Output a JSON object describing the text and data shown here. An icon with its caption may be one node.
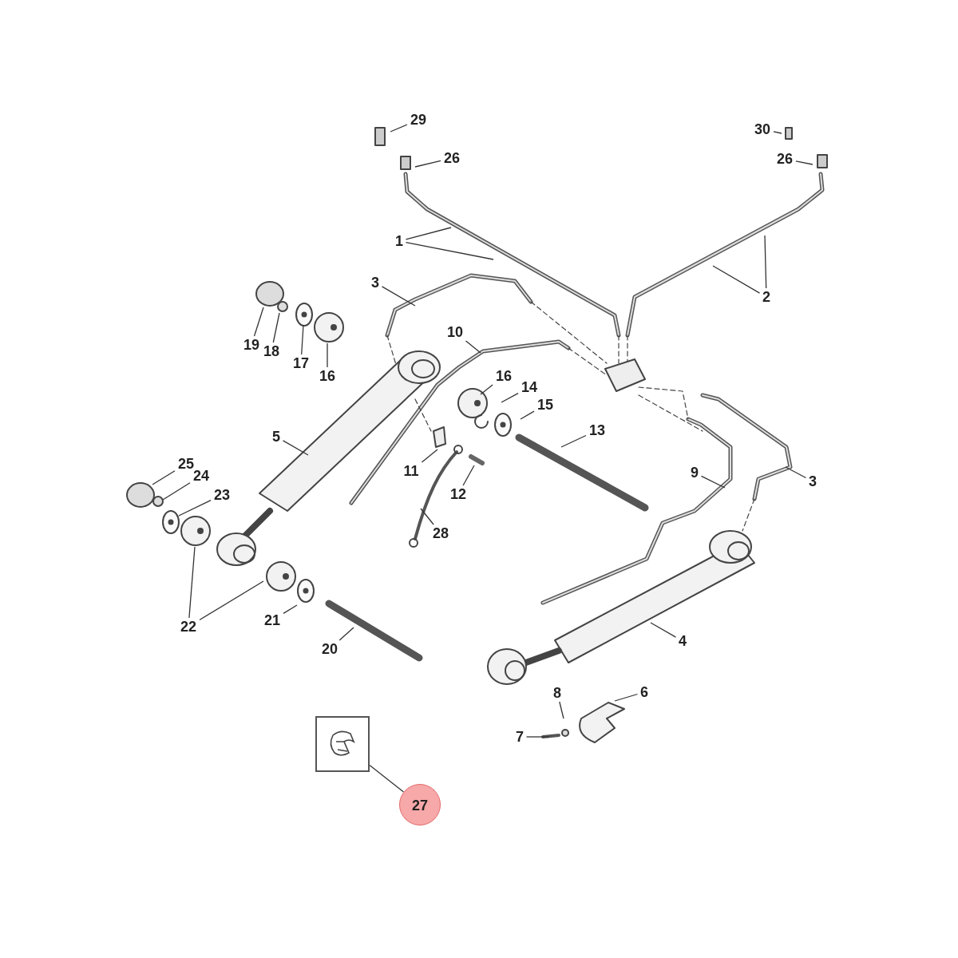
{
  "diagram": {
    "nodes": [
      {
        "text": [
          "29"
        ]
      },
      {
        "text": [
          "30"
        ]
      },
      {
        "text": [
          "26"
        ]
      },
      {
        "text": [
          "26"
        ]
      },
      {
        "text": [
          "1"
        ]
      },
      {
        "text": [
          "3"
        ]
      },
      {
        "text": [
          "2"
        ]
      },
      {
        "text": [
          "10"
        ]
      },
      {
        "text": [
          "19"
        ]
      },
      {
        "text": [
          "18"
        ]
      },
      {
        "text": [
          "17"
        ]
      },
      {
        "text": [
          "16"
        ]
      },
      {
        "text": [
          "16"
        ]
      },
      {
        "text": [
          "14"
        ]
      },
      {
        "text": [
          "15"
        ]
      },
      {
        "text": [
          "13"
        ]
      },
      {
        "text": [
          "5"
        ]
      },
      {
        "text": [
          "25"
        ]
      },
      {
        "text": [
          "11"
        ]
      },
      {
        "text": [
          "9"
        ]
      },
      {
        "text": [
          "24"
        ]
      },
      {
        "text": [
          "3"
        ]
      },
      {
        "text": [
          "23"
        ]
      },
      {
        "text": [
          "12"
        ]
      },
      {
        "text": [
          "28"
        ]
      },
      {
        "text": [
          "21"
        ]
      },
      {
        "text": [
          "22"
        ]
      },
      {
        "text": [
          "4"
        ]
      },
      {
        "text": [
          "20"
        ]
      },
      {
        "text": [
          "6"
        ]
      },
      {
        "text": [
          "8"
        ]
      },
      {
        "text": [],
        "shape": "picture"
      },
      {
        "text": [
          "7"
        ]
      },
      {
        "text": [
          "27"
        ]
      }
    ],
    "edges": [
      {
        "from": 0,
        "to": null,
        "arrow": "none"
      },
      {
        "from": 1,
        "to": null,
        "arrow": "none"
      },
      {
        "from": 2,
        "to": null,
        "arrow": "none"
      },
      {
        "from": 3,
        "to": null,
        "arrow": "none"
      },
      {
        "from": 4,
        "to": null,
        "arrow": "none"
      },
      {
        "from": 4,
        "to": null,
        "arrow": "none"
      },
      {
        "from": 5,
        "to": null,
        "arrow": "none"
      },
      {
        "from": 6,
        "to": null,
        "arrow": "none"
      },
      {
        "from": 6,
        "to": null,
        "arrow": "none"
      },
      {
        "from": 7,
        "to": null,
        "arrow": "none"
      },
      {
        "from": 8,
        "to": null,
        "arrow": "none"
      },
      {
        "from": 9,
        "to": null,
        "arrow": "none"
      },
      {
        "from": 10,
        "to": null,
        "arrow": "none"
      },
      {
        "from": 11,
        "to": null,
        "arrow": "none"
      },
      {
        "from": 12,
        "to": null,
        "arrow": "none"
      },
      {
        "from": 13,
        "to": null,
        "arrow": "none"
      },
      {
        "from": 14,
        "to": null,
        "arrow": "none"
      },
      {
        "from": 15,
        "to": null,
        "arrow": "none"
      },
      {
        "from": 16,
        "to": null,
        "arrow": "none"
      },
      {
        "from": 17,
        "to": null,
        "arrow": "none"
      },
      {
        "from": 18,
        "to": null,
        "arrow": "none"
      },
      {
        "from": 19,
        "to": null,
        "arrow": "none"
      },
      {
        "from": 20,
        "to": null,
        "arrow": "none"
      },
      {
        "from": 21,
        "to": null,
        "arrow": "none"
      },
      {
        "from": 22,
        "to": null,
        "arrow": "none"
      },
      {
        "from": 23,
        "to": null,
        "arrow": "none"
      },
      {
        "from": 24,
        "to": null,
        "arrow": "none"
      },
      {
        "from": 25,
        "to": null,
        "arrow": "none"
      },
      {
        "from": 26,
        "to": null,
        "arrow": "none"
      },
      {
        "from": 26,
        "to": null,
        "arrow": "none"
      },
      {
        "from": 27,
        "to": null,
        "arrow": "none"
      },
      {
        "from": 28,
        "to": null,
        "arrow": "none"
      },
      {
        "from": 29,
        "to": null,
        "arrow": "none"
      },
      {
        "from": 30,
        "to": null,
        "arrow": "none"
      },
      {
        "from": 32,
        "to": null,
        "arrow": "none"
      },
      {
        "from": 33,
        "to": 31,
        "arrow": "none"
      }
    ]
  }
}
